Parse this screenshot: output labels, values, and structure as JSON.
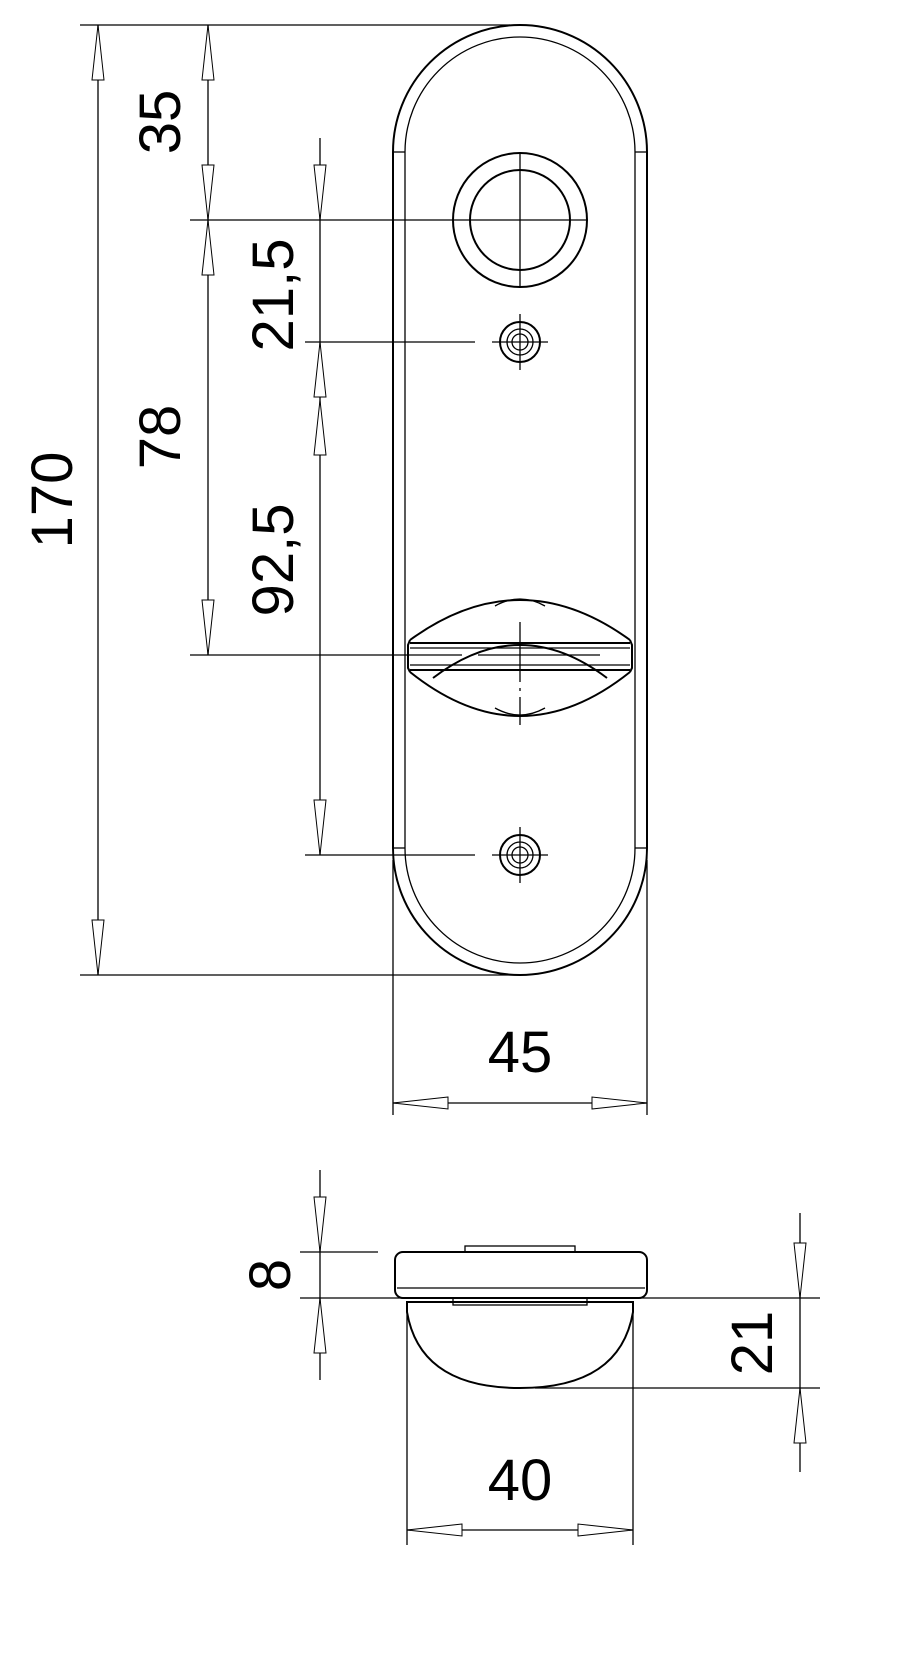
{
  "front_view": {
    "dims": {
      "total_height": "170",
      "top_to_cylinder": "35",
      "cylinder_to_turn": "78",
      "cylinder_to_screw": "21,5",
      "screw_to_screw": "92,5",
      "width": "45"
    }
  },
  "side_view": {
    "dims": {
      "plate_thickness": "8",
      "knob_height": "21",
      "knob_width": "40"
    }
  },
  "colors": {
    "line": "#000000",
    "background": "#ffffff"
  }
}
